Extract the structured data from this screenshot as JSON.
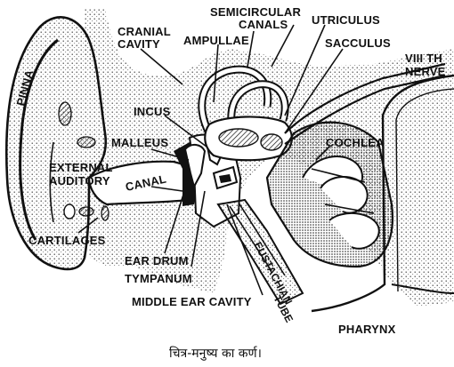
{
  "labels": {
    "cranial_cavity_1": "CRANIAL",
    "cranial_cavity_2": "CAVITY",
    "semicircular_1": "SEMICIRCULAR",
    "semicircular_2": "CANALS",
    "ampullae": "AMPULLAE",
    "utriculus": "UTRICULUS",
    "sacculus": "SACCULUS",
    "nerve_1": "VIII TH",
    "nerve_2": "NERVE",
    "pinna": "PINNA",
    "incus": "INCUS",
    "malleus": "MALLEUS",
    "cochlea": "COCHLEA",
    "external_1": "EXTERNAL",
    "external_2": "AUDITORY",
    "canal": "CANAL",
    "cartilages": "CARTILAGES",
    "ear_drum": "EAR DRUM",
    "tympanum": "TYMPANUM",
    "middle_ear": "MIDDLE EAR CAVITY",
    "eustachian": "EUSTACHIAN",
    "tube": "TUBE",
    "pharynx": "PHARYNX"
  },
  "caption": "चित्र-मनुष्य का कर्ण।"
}
